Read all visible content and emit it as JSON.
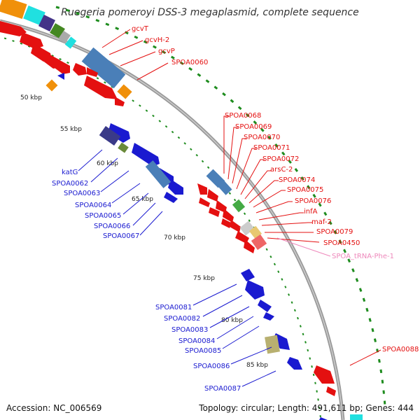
{
  "title": "Ruegeria pomeroyi DSS-3 megaplasmid, complete sequence",
  "footer": {
    "accession": "Accession: NC_006569",
    "summary": "Topology: circular; Length: 491,611 bp; Genes: 444"
  },
  "kbp_ticks": [
    "50 kbp",
    "55 kbp",
    "60 kbp",
    "65 kbp",
    "70 kbp",
    "75 kbp",
    "80 kbp",
    "85 kbp"
  ],
  "outer_labels_top": [
    "gcvT",
    "gcvH-2",
    "gcvP",
    "SPOA0060"
  ],
  "outer_labels_cluster": [
    "SPOA0068",
    "SPOA0069",
    "SPOA0070",
    "SPOA0071",
    "SPOA0072",
    "arsC-2",
    "SPOA0074",
    "SPOA0075",
    "SPOA0076",
    "infA",
    "maf-2",
    "SPOA0079",
    "SPOA0450"
  ],
  "trna_label": "SPOA_tRNA-Phe-1",
  "outer_label_bottom": "SPOA0088",
  "inner_labels_a": [
    "katG",
    "SPOA0062",
    "SPOA0063",
    "SPOA0064",
    "SPOA0065",
    "SPOA0066",
    "SPOA0067"
  ],
  "inner_labels_b": [
    "SPOA0081",
    "SPOA0082",
    "SPOA0083",
    "SPOA0084",
    "SPOA0085",
    "SPOA0086",
    "SPOA0087"
  ],
  "colors": {
    "forward": "#e41010",
    "reverse": "#1a1ad0",
    "trna": "#ee88bb",
    "backbone": "#8a8a8a",
    "tick": "#1e8c1e"
  }
}
